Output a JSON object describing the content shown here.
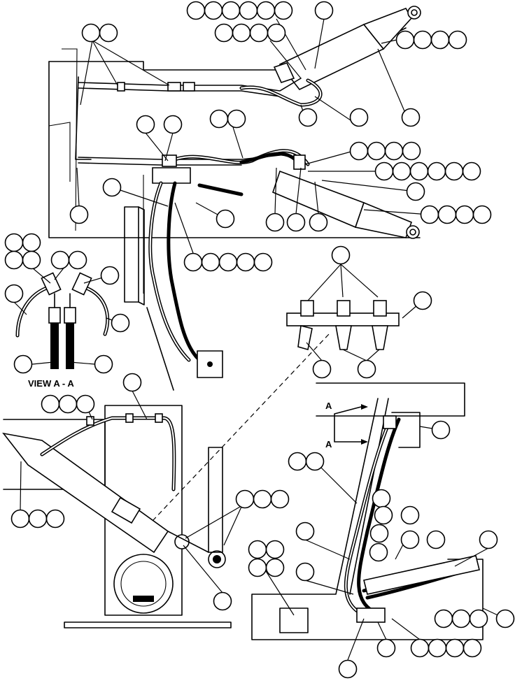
{
  "view_caption": "VIEW A - A",
  "section_arrow_label_top": "A",
  "section_arrow_label_bottom": "A"
}
